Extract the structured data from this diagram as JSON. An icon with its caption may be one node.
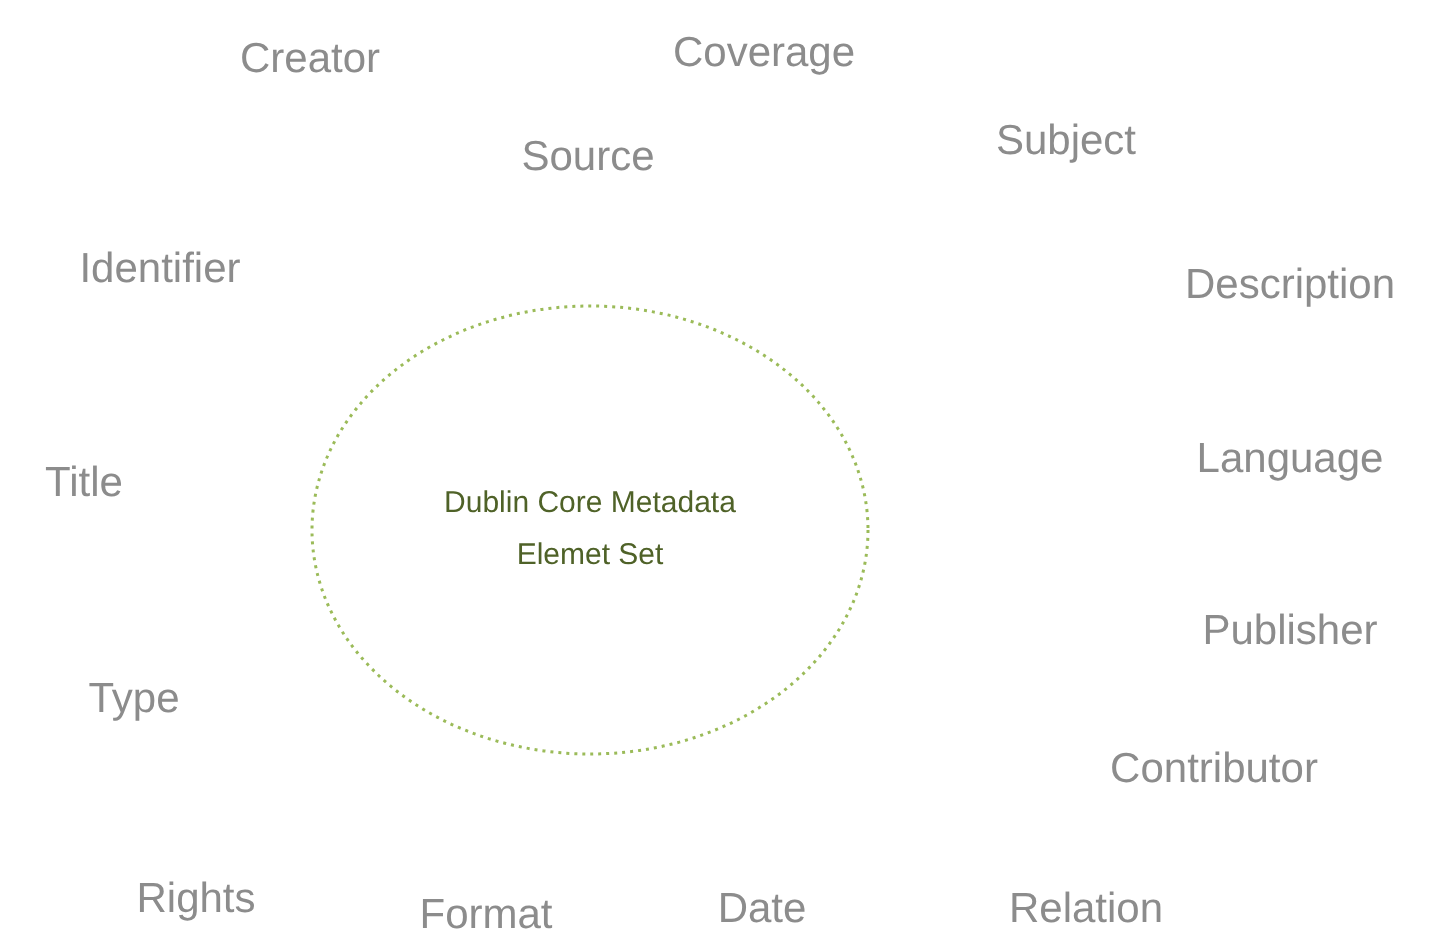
{
  "diagram": {
    "nodes": [
      {
        "text": [
          "Dublin Core Metadata Elemet Set"
        ]
      }
    ],
    "labels": [
      "Creator",
      "Coverage",
      "Subject",
      "Source",
      "Identifier",
      "Description",
      "Title",
      "Language",
      "Publisher",
      "Type",
      "Contributor",
      "Rights",
      "Date",
      "Relation",
      "Format"
    ]
  }
}
